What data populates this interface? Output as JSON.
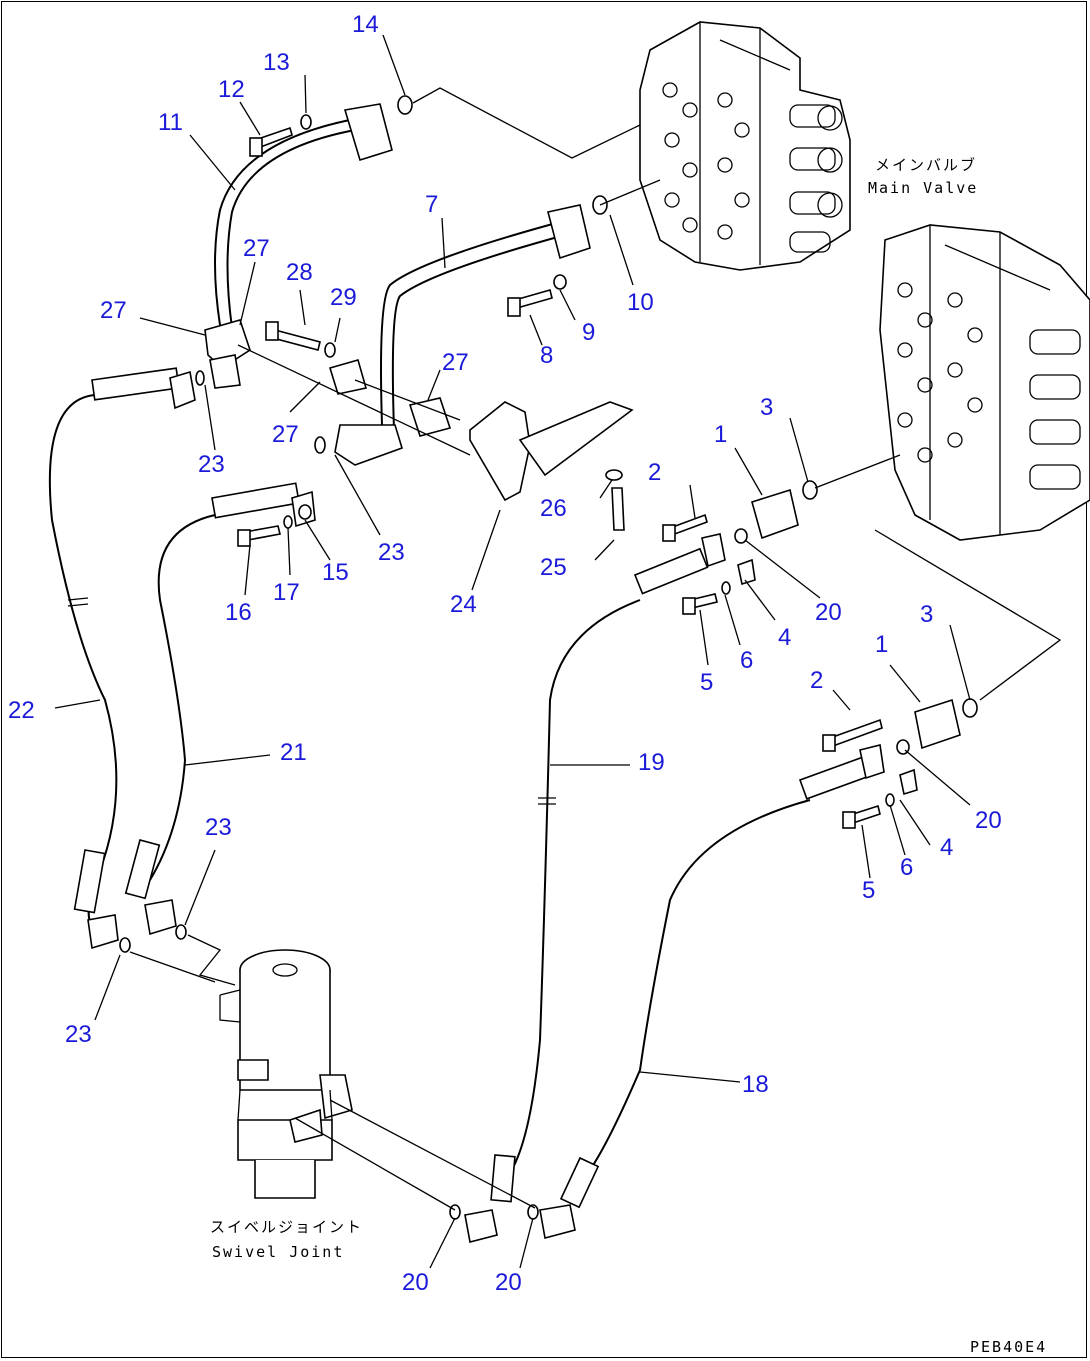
{
  "callouts": [
    {
      "id": "c-14",
      "text": "14"
    },
    {
      "id": "c-13",
      "text": "13"
    },
    {
      "id": "c-12",
      "text": "12"
    },
    {
      "id": "c-11",
      "text": "11"
    },
    {
      "id": "c-7",
      "text": "7"
    },
    {
      "id": "c-27a",
      "text": "27"
    },
    {
      "id": "c-28",
      "text": "28"
    },
    {
      "id": "c-29",
      "text": "29"
    },
    {
      "id": "c-27b",
      "text": "27"
    },
    {
      "id": "c-10",
      "text": "10"
    },
    {
      "id": "c-8",
      "text": "8"
    },
    {
      "id": "c-9",
      "text": "9"
    },
    {
      "id": "c-27c",
      "text": "27"
    },
    {
      "id": "c-27d",
      "text": "27"
    },
    {
      "id": "c-23a",
      "text": "23"
    },
    {
      "id": "c-3a",
      "text": "3"
    },
    {
      "id": "c-1a",
      "text": "1"
    },
    {
      "id": "c-2a",
      "text": "2"
    },
    {
      "id": "c-26",
      "text": "26"
    },
    {
      "id": "c-25",
      "text": "25"
    },
    {
      "id": "c-23b",
      "text": "23"
    },
    {
      "id": "c-16",
      "text": "16"
    },
    {
      "id": "c-17",
      "text": "17"
    },
    {
      "id": "c-15",
      "text": "15"
    },
    {
      "id": "c-24",
      "text": "24"
    },
    {
      "id": "c-20a",
      "text": "20"
    },
    {
      "id": "c-4a",
      "text": "4"
    },
    {
      "id": "c-6a",
      "text": "6"
    },
    {
      "id": "c-5a",
      "text": "5"
    },
    {
      "id": "c-3b",
      "text": "3"
    },
    {
      "id": "c-1b",
      "text": "1"
    },
    {
      "id": "c-2b",
      "text": "2"
    },
    {
      "id": "c-22",
      "text": "22"
    },
    {
      "id": "c-21",
      "text": "21"
    },
    {
      "id": "c-19",
      "text": "19"
    },
    {
      "id": "c-20b",
      "text": "20"
    },
    {
      "id": "c-4b",
      "text": "4"
    },
    {
      "id": "c-6b",
      "text": "6"
    },
    {
      "id": "c-5b",
      "text": "5"
    },
    {
      "id": "c-23c",
      "text": "23"
    },
    {
      "id": "c-23d",
      "text": "23"
    },
    {
      "id": "c-18",
      "text": "18"
    },
    {
      "id": "c-20c",
      "text": "20"
    },
    {
      "id": "c-20d",
      "text": "20"
    }
  ],
  "captions": {
    "main_valve_jp": "メインバルブ",
    "main_valve_en": "Main Valve",
    "swivel_jp": "スイベルジョイント",
    "swivel_en": "Swivel Joint",
    "drawing_code": "PEB40E4"
  },
  "colors": {
    "callout": "#1a1ad8",
    "line": "#000000",
    "background": "#ffffff"
  }
}
